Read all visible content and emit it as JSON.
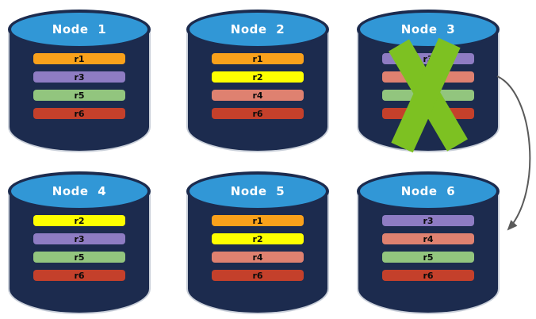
{
  "palette": {
    "cylinder_body": "#1C2B4E",
    "cylinder_top": "#3197D6",
    "cylinder_outline": "#C9CFD9",
    "failure_x": "#7DC122",
    "arrow": "#5A5A5A"
  },
  "nodes": [
    {
      "label": "Node 1",
      "failed": false,
      "replicas": [
        {
          "label": "r1",
          "color": "#F9A11B"
        },
        {
          "label": "r3",
          "color": "#8E7CC3"
        },
        {
          "label": "r5",
          "color": "#92C57E"
        },
        {
          "label": "r6",
          "color": "#C4402B"
        }
      ]
    },
    {
      "label": "Node 2",
      "failed": false,
      "replicas": [
        {
          "label": "r1",
          "color": "#F9A11B"
        },
        {
          "label": "r2",
          "color": "#FDFF00"
        },
        {
          "label": "r4",
          "color": "#DF8170"
        },
        {
          "label": "r6",
          "color": "#C4402B"
        }
      ]
    },
    {
      "label": "Node 3",
      "failed": true,
      "replicas": [
        {
          "label": "r3",
          "color": "#8E7CC3"
        },
        {
          "label": "r4",
          "color": "#DF8170"
        },
        {
          "label": "r5",
          "color": "#92C57E"
        },
        {
          "label": "r6",
          "color": "#C4402B"
        }
      ]
    },
    {
      "label": "Node 4",
      "failed": false,
      "replicas": [
        {
          "label": "r2",
          "color": "#FDFF00"
        },
        {
          "label": "r3",
          "color": "#8E7CC3"
        },
        {
          "label": "r5",
          "color": "#92C57E"
        },
        {
          "label": "r6",
          "color": "#C4402B"
        }
      ]
    },
    {
      "label": "Node 5",
      "failed": false,
      "replicas": [
        {
          "label": "r1",
          "color": "#F9A11B"
        },
        {
          "label": "r2",
          "color": "#FDFF00"
        },
        {
          "label": "r4",
          "color": "#DF8170"
        },
        {
          "label": "r6",
          "color": "#C4402B"
        }
      ]
    },
    {
      "label": "Node 6",
      "failed": false,
      "replicas": [
        {
          "label": "r3",
          "color": "#8E7CC3"
        },
        {
          "label": "r4",
          "color": "#DF8170"
        },
        {
          "label": "r5",
          "color": "#92C57E"
        },
        {
          "label": "r6",
          "color": "#C4402B"
        }
      ]
    }
  ],
  "failover_arrow": {
    "from": "Node 3",
    "to": "Node 6"
  }
}
